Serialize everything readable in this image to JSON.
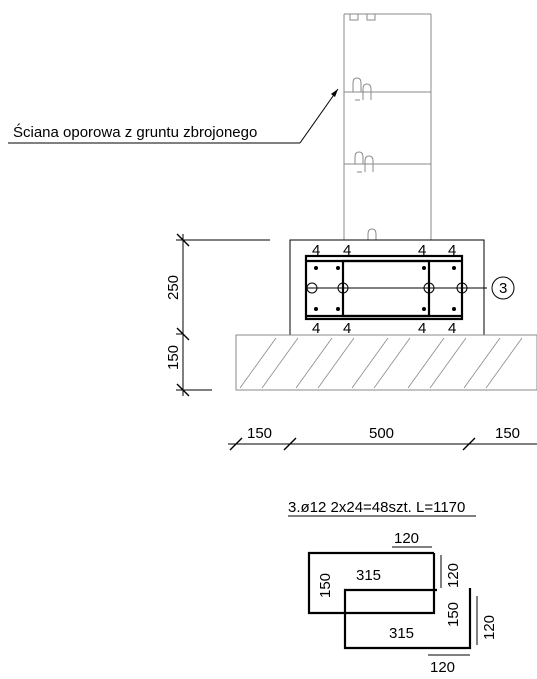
{
  "wall_label": "Ściana oporowa z gruntu zbrojonego",
  "dimensions": {
    "vertical": [
      "250",
      "150"
    ],
    "horizontal": [
      "150",
      "500",
      "150"
    ]
  },
  "bar_counts": {
    "top": [
      "4",
      "4",
      "4",
      "4"
    ],
    "bottom": [
      "4",
      "4",
      "4",
      "4"
    ]
  },
  "callout_number": "3",
  "bar_spec": "3.ø12 2x24=48szt. L=1170",
  "bending_dims": {
    "top_width": "120",
    "upper_length": "315",
    "left_height": "150",
    "right_upper_height": "120",
    "lower_length": "315",
    "middle_height": "150",
    "right_lower_height": "120",
    "bottom_width": "120"
  }
}
